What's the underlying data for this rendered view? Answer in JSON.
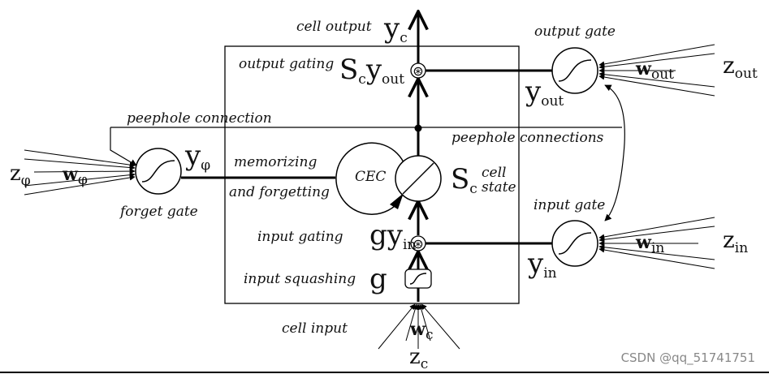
{
  "labels": {
    "cell_output": "cell output",
    "output_gate": "output gate",
    "output_gating": "output gating",
    "peephole_connection": "peephole connection",
    "peephole_connections": "peephole connections",
    "memorizing": "memorizing",
    "and_forgetting": "and forgetting",
    "cec": "CEC",
    "cell": "cell",
    "state": "state",
    "forget_gate": "forget gate",
    "input_gate": "input gate",
    "input_gating": "input gating",
    "input_squashing": "input squashing",
    "cell_input": "cell input"
  },
  "symbols": {
    "yc_base": "y",
    "yc_sub": "c",
    "sc_base": "S",
    "sc_sub": "c",
    "yout_base": "y",
    "yout_sub": "out",
    "yphi_base": "y",
    "yphi_sub": "φ",
    "zphi_base": "z",
    "zphi_sub": "φ",
    "wphi_base": "w",
    "wphi_sub": "φ",
    "wout_base": "w",
    "wout_sub": "out",
    "zout_base": "z",
    "zout_sub": "out",
    "g": "g",
    "yin_base": "y",
    "yin_sub": "in",
    "win_base": "w",
    "win_sub": "in",
    "zin_base": "z",
    "zin_sub": "in",
    "wc_base": "w",
    "wc_sub": "c",
    "zc_base": "z",
    "zc_sub": "c",
    "multiply": "⊛"
  },
  "watermark": "CSDN @qq_51741751"
}
